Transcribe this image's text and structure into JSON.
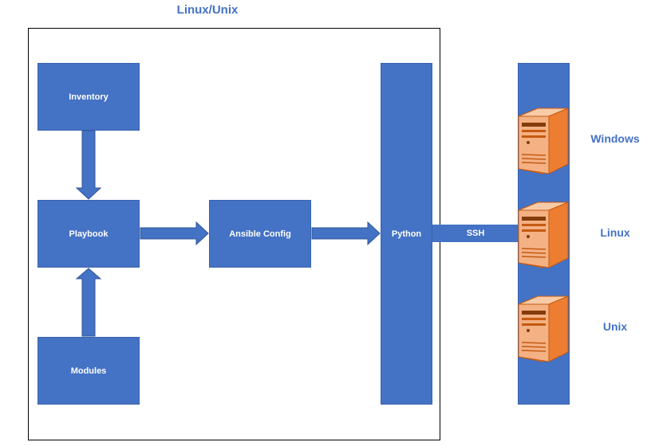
{
  "diagram": {
    "title": "Linux/Unix",
    "nodes": {
      "inventory": "Inventory",
      "playbook": "Playbook",
      "modules": "Modules",
      "ansible_config": "Ansible Config",
      "python": "Python"
    },
    "connection_label": "SSH",
    "targets": [
      "Windows",
      "Linux",
      "Unix"
    ],
    "colors": {
      "box_fill": "#4472c4",
      "label_text": "#4472c4",
      "server_orange": "#ed7d31",
      "frame_border": "#000000"
    },
    "icons": {
      "target": "server-tower-icon"
    }
  }
}
